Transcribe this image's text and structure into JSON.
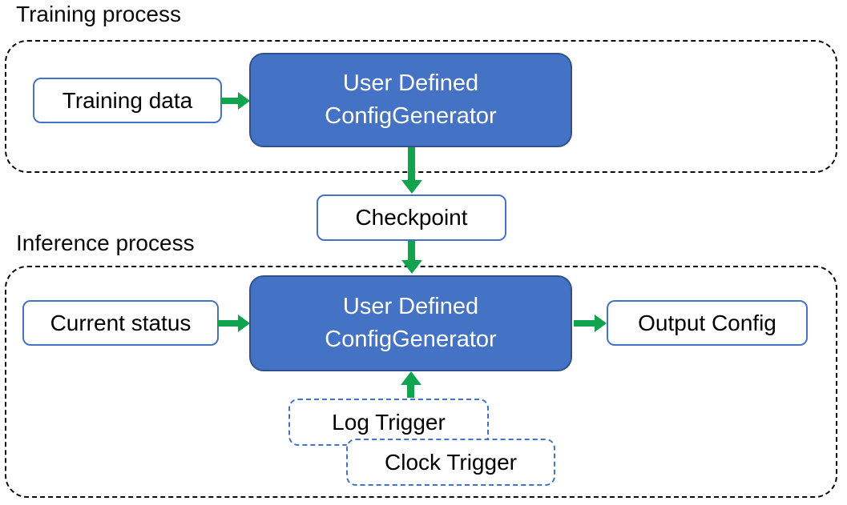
{
  "colors": {
    "generator_box_fill": "#4472C4",
    "generator_box_border": "#2F528F",
    "light_box_border": "#4472C4",
    "trigger_box_border": "#4472C4",
    "arrow_green": "#10A44E",
    "container_border": "#0A0A0A"
  },
  "icons": {
    "arrow_right": "css-triangle-right",
    "arrow_down": "css-triangle-down",
    "arrow_up": "css-triangle-up"
  },
  "training": {
    "section_label": "Training process",
    "training_data_label": "Training data",
    "generator_line1": "User Defined",
    "generator_line2": "ConfigGenerator"
  },
  "checkpoint": {
    "label": "Checkpoint"
  },
  "inference": {
    "section_label": "Inference process",
    "current_status_label": "Current status",
    "generator_line1": "User Defined",
    "generator_line2": "ConfigGenerator",
    "output_config_label": "Output Config",
    "log_trigger_label": "Log Trigger",
    "clock_trigger_label": "Clock Trigger"
  }
}
